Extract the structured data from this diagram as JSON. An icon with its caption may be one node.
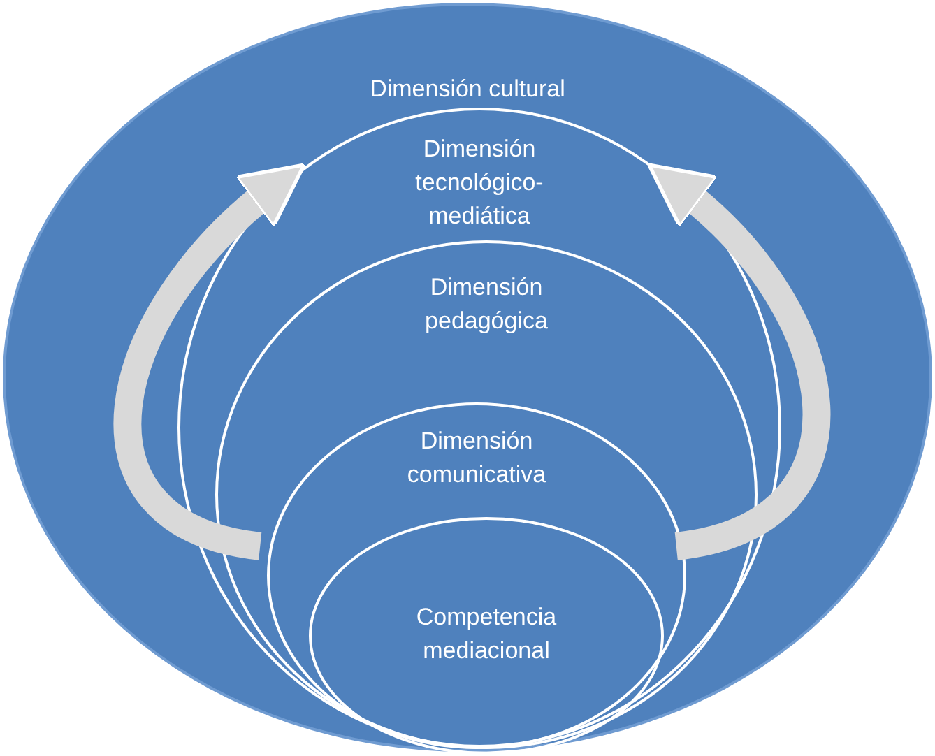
{
  "diagram": {
    "nodes": [
      {
        "text": [
          "Dimensión cultural"
        ]
      },
      {
        "text": [
          "Dimensión tecnológico-mediática"
        ],
        "in": 0
      },
      {
        "text": [
          "Dimensión pedagógica"
        ],
        "in": 1
      },
      {
        "text": [
          "Dimensión comunicativa"
        ],
        "in": 2
      },
      {
        "text": [
          "Competencia mediacional"
        ],
        "in": 3
      }
    ],
    "edges": [
      {
        "from": 3,
        "to": 1,
        "arrow": "to"
      },
      {
        "from": 3,
        "to": 1,
        "arrow": "to"
      }
    ]
  }
}
